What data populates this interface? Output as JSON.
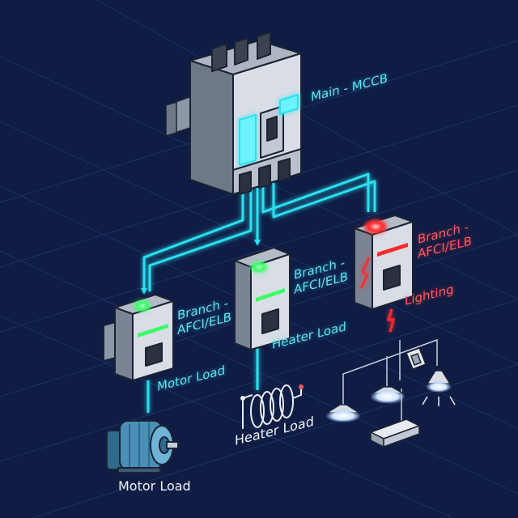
{
  "main_breaker": {
    "label": "Main - MCCB"
  },
  "branches": [
    {
      "label_line1": "Branch -",
      "label_line2": "AFCI/ELB",
      "load_label": "Motor Load",
      "status": "ok"
    },
    {
      "label_line1": "Branch -",
      "label_line2": "AFCI/ELB",
      "load_label": "Heater Load",
      "status": "ok"
    },
    {
      "label_line1": "Branch -",
      "label_line2": "AFCI/ELB",
      "load_label": "Lighting",
      "status": "fault"
    }
  ],
  "loads": {
    "motor_caption": "Motor Load",
    "heater_caption": "Heater Load"
  },
  "colors": {
    "background": "#0f1d45",
    "grid": "#23386e",
    "wire": "#29e0f0",
    "ok_indicator": "#3dff6a",
    "fault_indicator": "#ff2b2b",
    "fault_label": "#ff5a5a",
    "breaker_body": "#d8dde6"
  },
  "icons": [
    "motor-icon",
    "heater-coil-icon",
    "pendant-lamp-icon",
    "led-panel-icon",
    "switch-icon"
  ]
}
